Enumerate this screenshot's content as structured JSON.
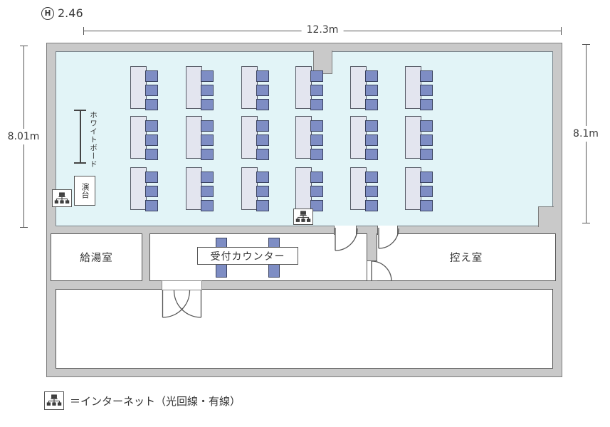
{
  "annotations": {
    "ceiling": {
      "symbol": "H",
      "value": "2.46"
    },
    "dim_top": "12.3m",
    "dim_left": "8.01m",
    "dim_right": "8.1m"
  },
  "seminar_room": {
    "whiteboard_label": "ホワイトボード",
    "podium_label": "演台"
  },
  "rooms": {
    "kitchenette": "給湯室",
    "reception_counter": "受付カウンター",
    "anteroom": "控え室"
  },
  "legend": {
    "icon": "network-icon",
    "text": "＝インターネット（光回線・有線）"
  },
  "furniture": {
    "desk_rows": 3,
    "desk_cols": 6,
    "chairs_per_desk": 3,
    "col_x": [
      183,
      261,
      339,
      415,
      492,
      569
    ],
    "row_y": [
      93,
      163,
      235
    ],
    "desk_w": 23,
    "desk_h": 60
  },
  "colors": {
    "wall": "#c9c9c9",
    "wall-edge": "#7d7d7d",
    "room-blue": "#e2f4f7",
    "desk": "#e3e5ef",
    "chair": "#7e8dc4",
    "ink": "#3a3a3a"
  }
}
